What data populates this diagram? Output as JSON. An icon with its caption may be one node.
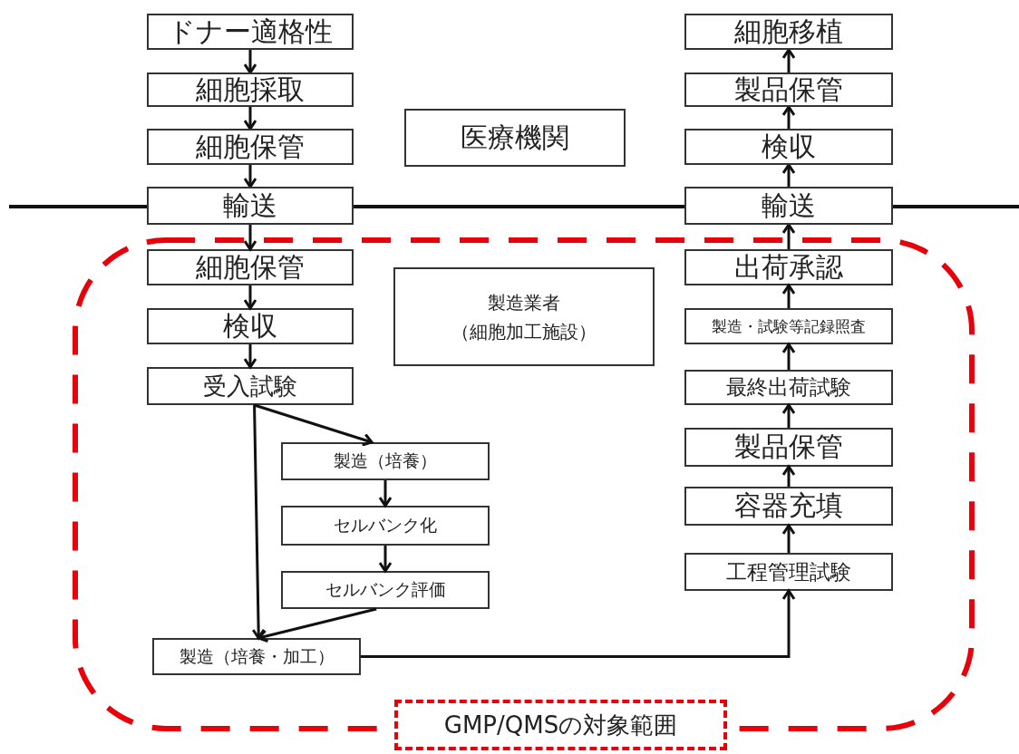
{
  "diagram": {
    "nodes": [
      {
        "text": [
          "ドナー適格性"
        ]
      },
      {
        "text": [
          "細胞採取"
        ]
      },
      {
        "text": [
          "細胞保管"
        ]
      },
      {
        "text": [
          "輸送"
        ]
      },
      {
        "text": [
          "医療機関"
        ]
      },
      {
        "text": [
          "GMP/QMSの対象範囲"
        ]
      },
      {
        "text": [
          "細胞保管"
        ],
        "in": 5
      },
      {
        "text": [
          "検収"
        ],
        "in": 5
      },
      {
        "text": [
          "受入試験"
        ],
        "in": 5
      },
      {
        "text": [
          "製造業者",
          "（細胞加工施設）"
        ],
        "in": 5
      },
      {
        "text": [
          "製造（培養）"
        ],
        "in": 5
      },
      {
        "text": [
          "セルバンク化"
        ],
        "in": 5
      },
      {
        "text": [
          "セルバンク評価"
        ],
        "in": 5
      },
      {
        "text": [
          "製造（培養・加工）"
        ],
        "in": 5
      },
      {
        "text": [
          "細胞移植"
        ]
      },
      {
        "text": [
          "製品保管"
        ]
      },
      {
        "text": [
          "検収"
        ]
      },
      {
        "text": [
          "輸送"
        ]
      },
      {
        "text": [
          "出荷承認"
        ],
        "in": 5
      },
      {
        "text": [
          "製造・試験等記録照査"
        ],
        "in": 5
      },
      {
        "text": [
          "最終出荷試験"
        ],
        "in": 5
      },
      {
        "text": [
          "製品保管"
        ],
        "in": 5
      },
      {
        "text": [
          "容器充填"
        ],
        "in": 5
      },
      {
        "text": [
          "工程管理試験"
        ],
        "in": 5
      }
    ],
    "edges": [
      {
        "from": 0,
        "to": 1,
        "arrow": "to"
      },
      {
        "from": 1,
        "to": 2,
        "arrow": "to"
      },
      {
        "from": 2,
        "to": 3,
        "arrow": "to"
      },
      {
        "from": 3,
        "to": 6,
        "arrow": "to"
      },
      {
        "from": 6,
        "to": 7,
        "arrow": "to"
      },
      {
        "from": 7,
        "to": 8,
        "arrow": "to"
      },
      {
        "from": 8,
        "to": 10,
        "arrow": "to"
      },
      {
        "from": 8,
        "to": 13,
        "arrow": "to"
      },
      {
        "from": 10,
        "to": 11,
        "arrow": "to"
      },
      {
        "from": 11,
        "to": 12,
        "arrow": "to"
      },
      {
        "from": 12,
        "to": 13,
        "arrow": "to"
      },
      {
        "from": 13,
        "to": 23,
        "arrow": "to"
      },
      {
        "from": 23,
        "to": 22,
        "arrow": "to"
      },
      {
        "from": 22,
        "to": 21,
        "arrow": "to"
      },
      {
        "from": 21,
        "to": 20,
        "arrow": "to"
      },
      {
        "from": 20,
        "to": 19,
        "arrow": "to"
      },
      {
        "from": 19,
        "to": 18,
        "arrow": "to"
      },
      {
        "from": 18,
        "to": 17,
        "arrow": "to"
      },
      {
        "from": 17,
        "to": 16,
        "arrow": "to"
      },
      {
        "from": 16,
        "to": 15,
        "arrow": "to"
      },
      {
        "from": 15,
        "to": 14,
        "arrow": "to"
      }
    ]
  }
}
